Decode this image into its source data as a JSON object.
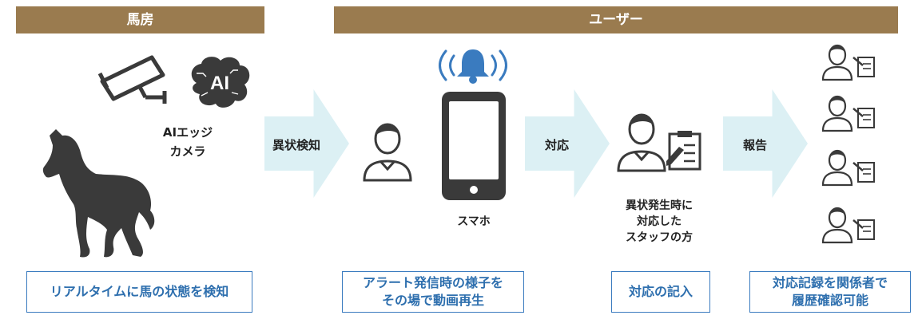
{
  "headers": {
    "stable": "馬房",
    "user": "ユーザー"
  },
  "camera": {
    "label_line1": "AIエッジ",
    "label_line2": "カメラ",
    "ai_text": "AI"
  },
  "arrows": {
    "detect": "異状検知",
    "respond": "対応",
    "report": "報告"
  },
  "phone": {
    "label": "スマホ"
  },
  "staff": {
    "line1": "異状発生時に",
    "line2": "対応した",
    "line3": "スタッフの方"
  },
  "boxes": {
    "realtime": "リアルタイムに馬の状態を検知",
    "alert_line1": "アラート発信時の様子を",
    "alert_line2": "その場で動画再生",
    "record": "対応の記入",
    "history_line1": "対応記録を関係者で",
    "history_line2": "履歴確認可能"
  },
  "colors": {
    "header_bg": "#9a7b4f",
    "arrow_fill": "#dcf0f4",
    "box_border": "#3a7bbf",
    "box_text": "#2e6fae",
    "bell": "#3a7bbf",
    "icon_dark": "#3a3a3a"
  }
}
